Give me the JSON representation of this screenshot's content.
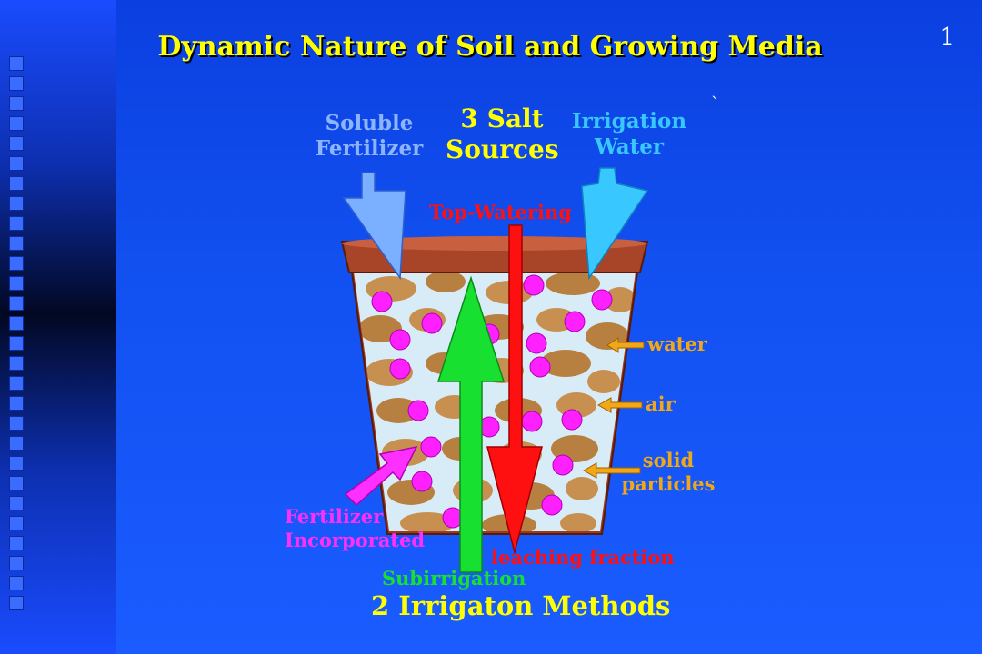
{
  "slide": {
    "title": "Dynamic Nature of Soil and  Growing Media",
    "page_number": "1",
    "stray_mark": "`"
  },
  "labels": {
    "soluble_fertilizer": "Soluble\nFertilizer",
    "salt_sources": "3 Salt\nSources",
    "irrigation_water": "Irrigation\nWater",
    "top_watering": "Top-Watering",
    "water": "water",
    "air": "air",
    "solid_particles": "solid\nparticles",
    "fertilizer_incorporated": "Fertilizer\nIncorporated",
    "leaching_fraction": "leaching fraction",
    "subirrigation": "Subirrigation",
    "irrigation_methods": "2 Irrigaton Methods"
  },
  "colors": {
    "title": "#ffff00",
    "soluble_fertilizer": "#8cb4ff",
    "irrigation_water": "#38c8ff",
    "salt_sources": "#ffff00",
    "top_watering": "#ff1010",
    "leaching_fraction": "#ff1010",
    "soil_labels": "#f0a818",
    "fertilizer_incorporated": "#ff30ff",
    "subirrigation": "#18e030",
    "irrigation_methods": "#ffff00"
  }
}
